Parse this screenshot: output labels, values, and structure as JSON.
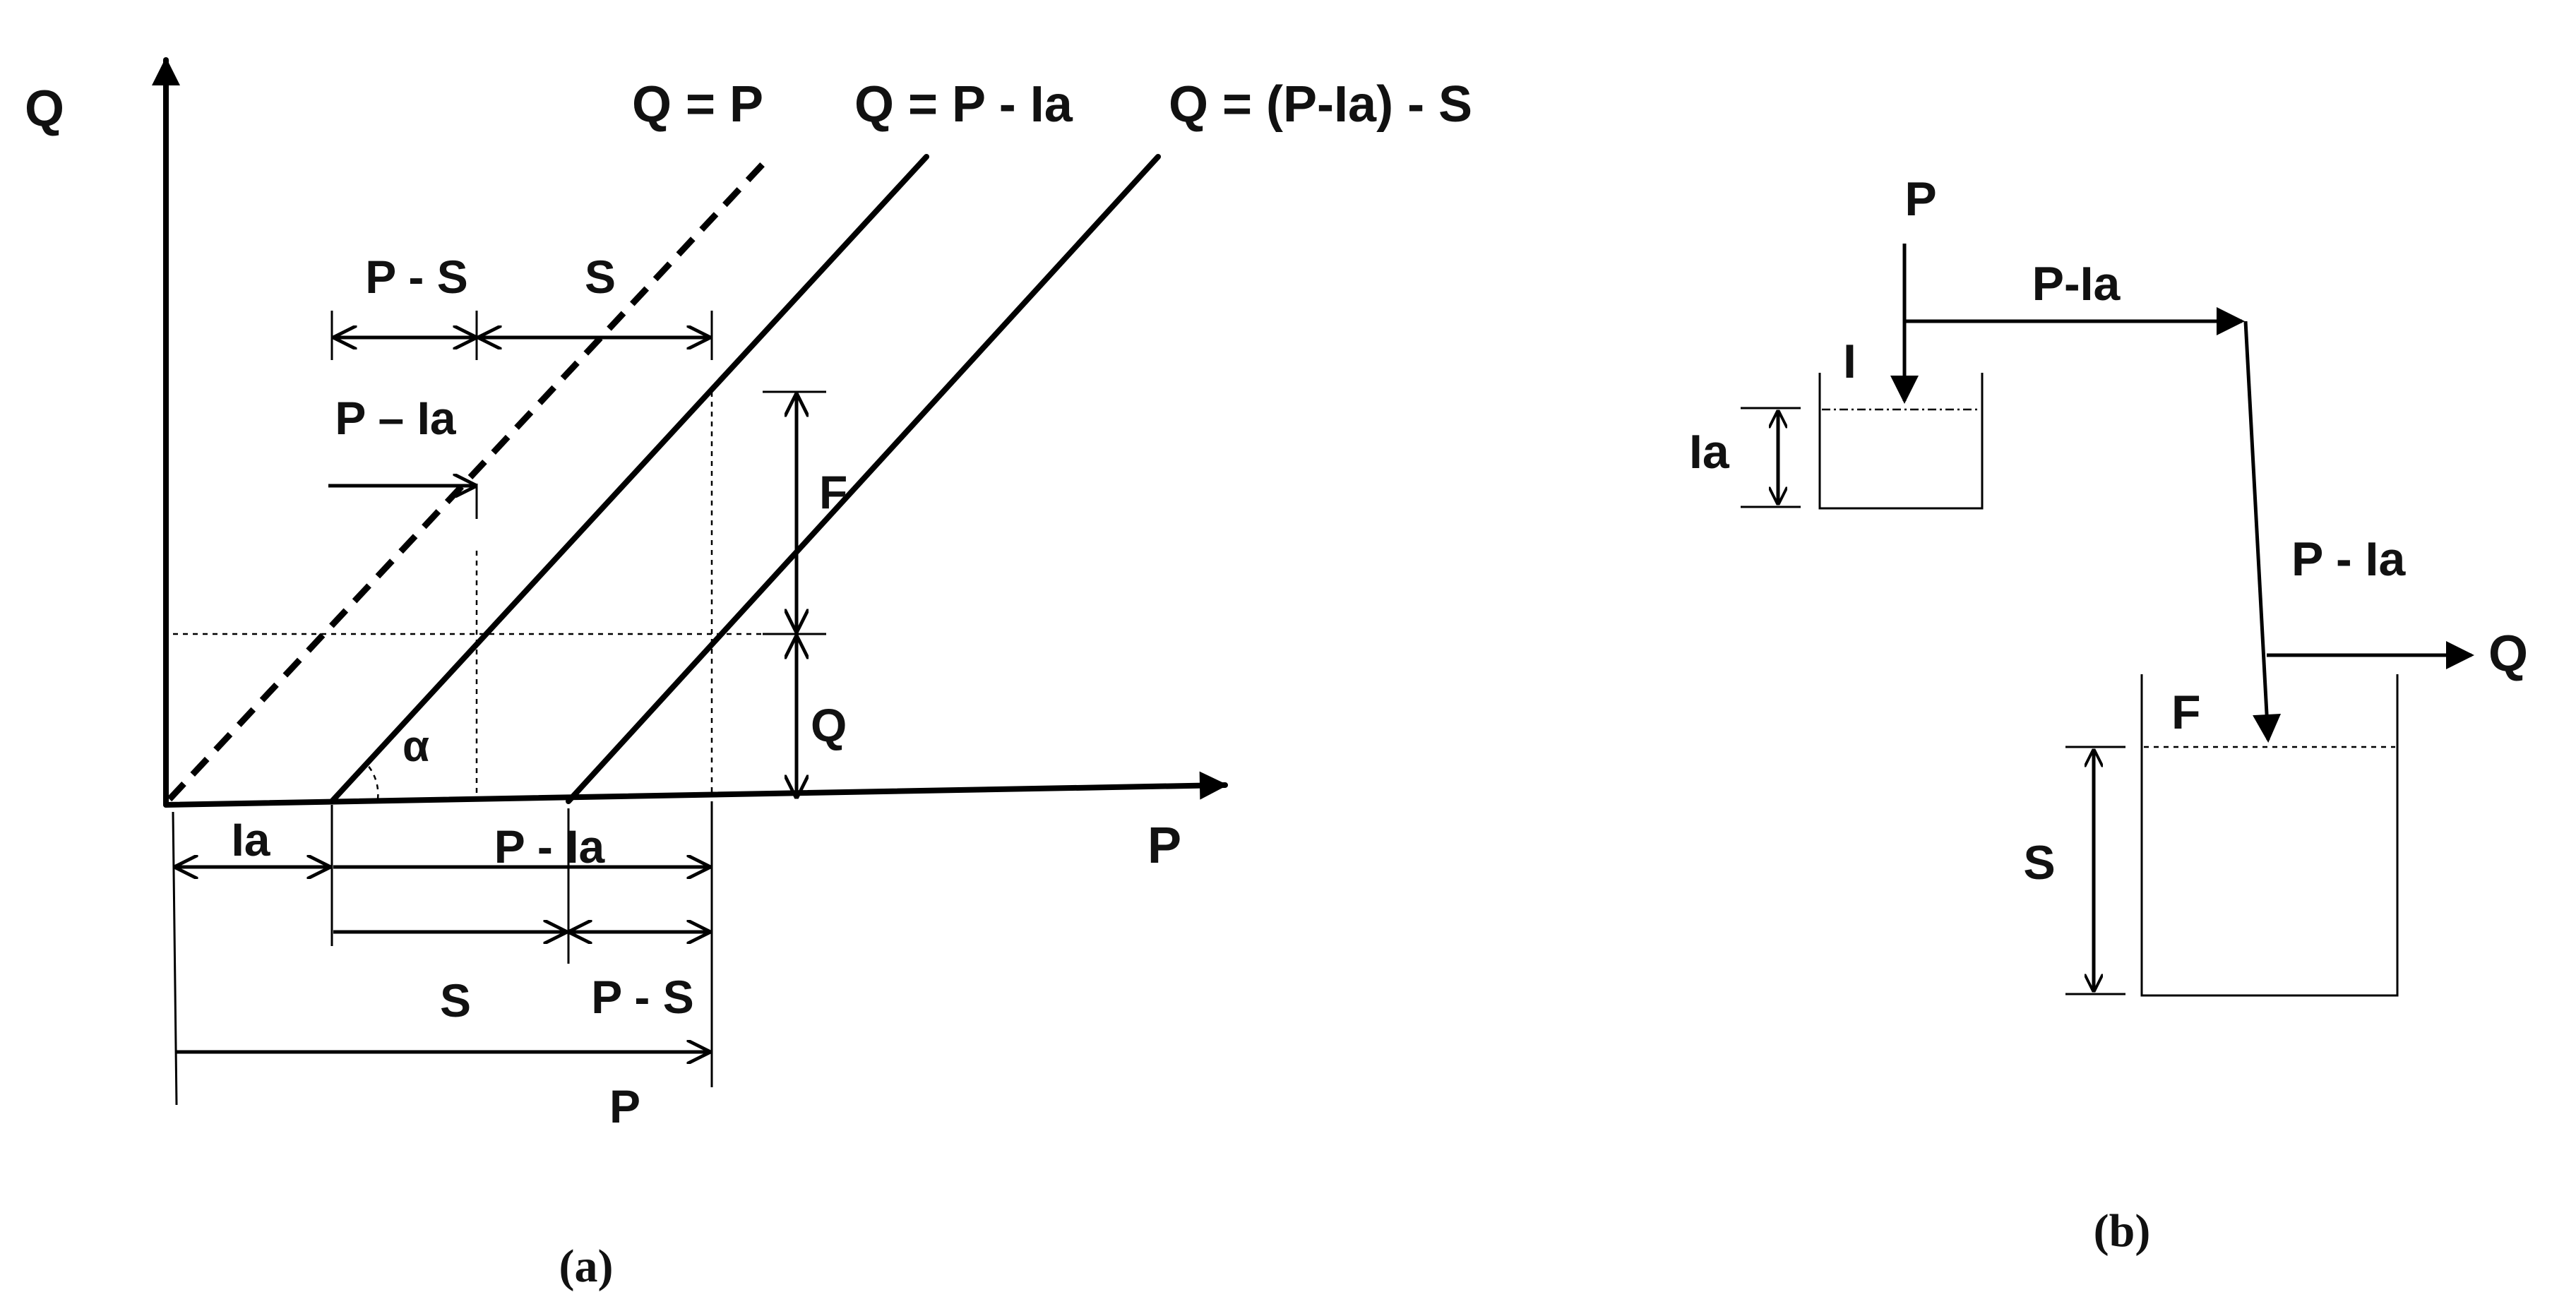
{
  "panel_a": {
    "caption": "(a)",
    "axis_y": "Q",
    "axis_x": "P",
    "line_q_eq_p": "Q = P",
    "line_q_eq_p_minus_ia": "Q = P - Ia",
    "line_q_eq_pia_minus_s": "Q = (P-Ia) - S",
    "dim_p_minus_s_top": "P - S",
    "dim_s_top": "S",
    "dim_p_dash_ia": "P – Ia",
    "dim_f": "F",
    "dim_q": "Q",
    "angle": "α",
    "dim_ia": "Ia",
    "dim_p_minus_ia": "P - Ia",
    "dim_s_bottom": "S",
    "dim_p_minus_s_bottom": "P - S",
    "dim_p": "P"
  },
  "panel_b": {
    "caption": "(b)",
    "input_p": "P",
    "flow_p_ia": "P-Ia",
    "label_i": "I",
    "label_ia": "Ia",
    "flow_p_minus_ia": "P - Ia",
    "output_q": "Q",
    "label_f": "F",
    "label_s": "S"
  }
}
